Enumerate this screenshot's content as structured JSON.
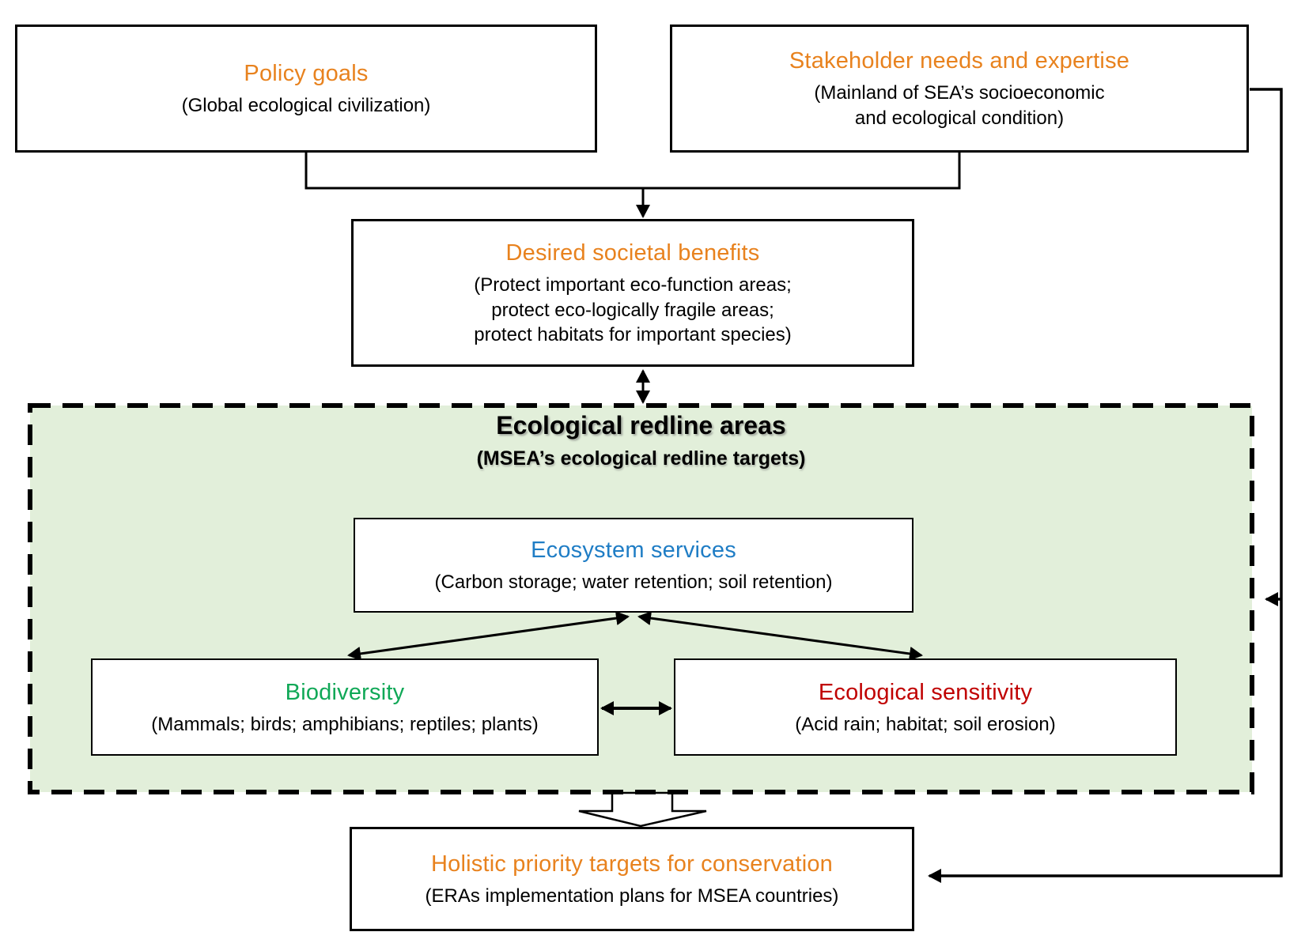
{
  "colors": {
    "orange": "#E8821E",
    "blue": "#1F7DC5",
    "green": "#10A857",
    "red": "#C00000",
    "panel_green": "#E2EFDA",
    "ink": "#000000"
  },
  "boxes": {
    "policy": {
      "title": "Policy goals",
      "subtitle": "(Global ecological civilization)"
    },
    "stakeholder": {
      "title": "Stakeholder needs and expertise",
      "line1": "(Mainland of SEA’s socioeconomic",
      "line2": "and ecological condition)"
    },
    "desired": {
      "title": "Desired societal benefits",
      "line1": "(Protect important eco-function areas;",
      "line2": "protect eco-logically fragile areas;",
      "line3": "protect habitats for important species)"
    },
    "redline": {
      "title": "Ecological redline areas",
      "subtitle": "(MSEA’s ecological redline targets)"
    },
    "ecosystem": {
      "title": "Ecosystem services",
      "subtitle": "(Carbon storage; water retention; soil retention)"
    },
    "biodiversity": {
      "title": "Biodiversity",
      "subtitle": "(Mammals; birds; amphibians; reptiles; plants)"
    },
    "sensitivity": {
      "title": "Ecological sensitivity",
      "subtitle": "(Acid rain; habitat; soil erosion)"
    },
    "holistic": {
      "title": "Holistic priority targets for conservation",
      "subtitle": "(ERAs implementation plans for MSEA countries)"
    }
  }
}
